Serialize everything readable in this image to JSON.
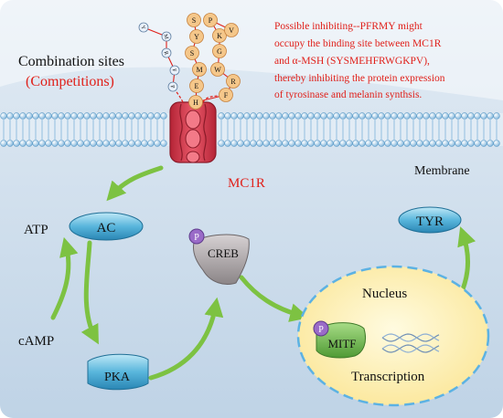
{
  "diagram": {
    "title_line1": "Combination sites",
    "title_line2": "(Competitions)",
    "note_lines": [
      "Possible inhibiting--PFRMY might",
      "occupy the binding site between MC1R",
      "and α-MSH (SYSMEHFRWGKPV),",
      "thereby inhibiting the protein expression",
      "of tyrosinase and melanin synthsis."
    ],
    "receptor_label": "MC1R",
    "membrane_label": "Membrane",
    "nodes": {
      "ac": "AC",
      "atp": "ATP",
      "camp": "cAMP",
      "pka": "PKA",
      "creb": "CREB",
      "nucleus": "Nucleus",
      "mitf": "MITF",
      "transcription": "Transcription",
      "tyr": "TYR",
      "phospho": "P"
    },
    "msh_residues": [
      "S",
      "Y",
      "S",
      "M",
      "E",
      "H",
      "F",
      "R",
      "W",
      "G",
      "K",
      "P",
      "V"
    ],
    "pfrmy_residues": [
      "P",
      "F",
      "R",
      "M",
      "Y"
    ],
    "colors": {
      "background_top": "#dde8f2",
      "background_bottom": "#c3d5e6",
      "red_text": "#e0201a",
      "arrow_green": "#7dc242",
      "receptor": "#d93a4d",
      "residue_fill": "#f5c78a",
      "teal_node": "#3aa0c8",
      "mitf_green": "#6bb84a",
      "creb_gray": "#a09a9c",
      "phospho_purple": "#9a6bc8",
      "nucleus_fill": "#fff4b8"
    }
  }
}
